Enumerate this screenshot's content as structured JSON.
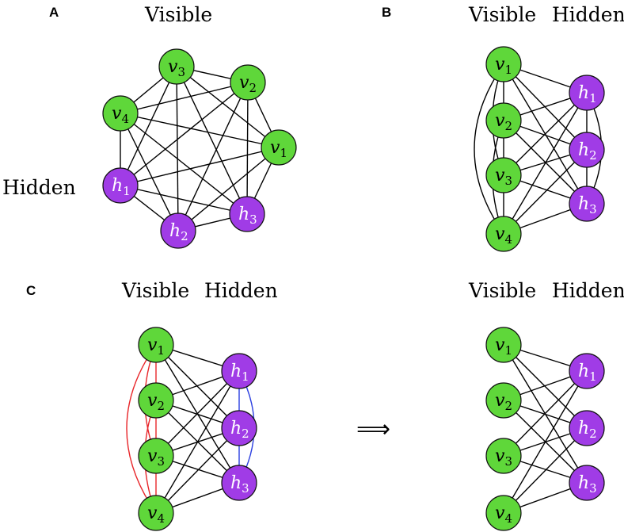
{
  "colors": {
    "visible": "#5fd73a",
    "hidden": "#a03ce6",
    "red": "#e8262a",
    "blue": "#2b3fe0",
    "edge": "#000000"
  },
  "panels": [
    {
      "id": "A",
      "letter": "A",
      "headings": [
        "Visible",
        "Hidden"
      ]
    },
    {
      "id": "B",
      "letter": "B",
      "headings": [
        "Visible",
        "Hidden"
      ]
    },
    {
      "id": "C",
      "letter": "C",
      "headings": [
        "Visible",
        "Hidden"
      ]
    },
    {
      "id": "D",
      "letter": "",
      "headings": [
        "Visible",
        "Hidden"
      ]
    }
  ],
  "arrow_symbol": "⟹",
  "graphs": {
    "A": {
      "nodes": [
        {
          "id": "v3",
          "letter": "v",
          "sub": "3",
          "type": "visible"
        },
        {
          "id": "v2",
          "letter": "v",
          "sub": "2",
          "type": "visible"
        },
        {
          "id": "v4",
          "letter": "v",
          "sub": "4",
          "type": "visible"
        },
        {
          "id": "v1",
          "letter": "v",
          "sub": "1",
          "type": "visible"
        },
        {
          "id": "h1",
          "letter": "h",
          "sub": "1",
          "type": "hidden"
        },
        {
          "id": "h3",
          "letter": "h",
          "sub": "3",
          "type": "hidden"
        },
        {
          "id": "h2",
          "letter": "h",
          "sub": "2",
          "type": "hidden"
        }
      ],
      "edges": "complete"
    },
    "B": {
      "nodes": [
        {
          "id": "v1",
          "letter": "v",
          "sub": "1",
          "type": "visible"
        },
        {
          "id": "v2",
          "letter": "v",
          "sub": "2",
          "type": "visible"
        },
        {
          "id": "v3",
          "letter": "v",
          "sub": "3",
          "type": "visible"
        },
        {
          "id": "v4",
          "letter": "v",
          "sub": "4",
          "type": "visible"
        },
        {
          "id": "h1",
          "letter": "h",
          "sub": "1",
          "type": "hidden"
        },
        {
          "id": "h2",
          "letter": "h",
          "sub": "2",
          "type": "hidden"
        },
        {
          "id": "h3",
          "letter": "h",
          "sub": "3",
          "type": "hidden"
        }
      ],
      "edges": "complete"
    },
    "C": {
      "nodes": [
        {
          "id": "v1",
          "letter": "v",
          "sub": "1",
          "type": "visible"
        },
        {
          "id": "v2",
          "letter": "v",
          "sub": "2",
          "type": "visible"
        },
        {
          "id": "v3",
          "letter": "v",
          "sub": "3",
          "type": "visible"
        },
        {
          "id": "v4",
          "letter": "v",
          "sub": "4",
          "type": "visible"
        },
        {
          "id": "h1",
          "letter": "h",
          "sub": "1",
          "type": "hidden"
        },
        {
          "id": "h2",
          "letter": "h",
          "sub": "2",
          "type": "hidden"
        },
        {
          "id": "h3",
          "letter": "h",
          "sub": "3",
          "type": "hidden"
        }
      ],
      "edges": "complete",
      "red_edges": [
        [
          "v1",
          "v2"
        ],
        [
          "v2",
          "v3"
        ],
        [
          "v3",
          "v4"
        ],
        [
          "v1",
          "v3"
        ],
        [
          "v2",
          "v4"
        ],
        [
          "v1",
          "v4"
        ]
      ],
      "blue_edges": [
        [
          "h1",
          "h2"
        ],
        [
          "h2",
          "h3"
        ],
        [
          "h1",
          "h3"
        ]
      ]
    },
    "D": {
      "nodes": [
        {
          "id": "v1",
          "letter": "v",
          "sub": "1",
          "type": "visible"
        },
        {
          "id": "v2",
          "letter": "v",
          "sub": "2",
          "type": "visible"
        },
        {
          "id": "v3",
          "letter": "v",
          "sub": "3",
          "type": "visible"
        },
        {
          "id": "v4",
          "letter": "v",
          "sub": "4",
          "type": "visible"
        },
        {
          "id": "h1",
          "letter": "h",
          "sub": "1",
          "type": "hidden"
        },
        {
          "id": "h2",
          "letter": "h",
          "sub": "2",
          "type": "hidden"
        },
        {
          "id": "h3",
          "letter": "h",
          "sub": "3",
          "type": "hidden"
        }
      ],
      "edges": "bipartite"
    }
  }
}
